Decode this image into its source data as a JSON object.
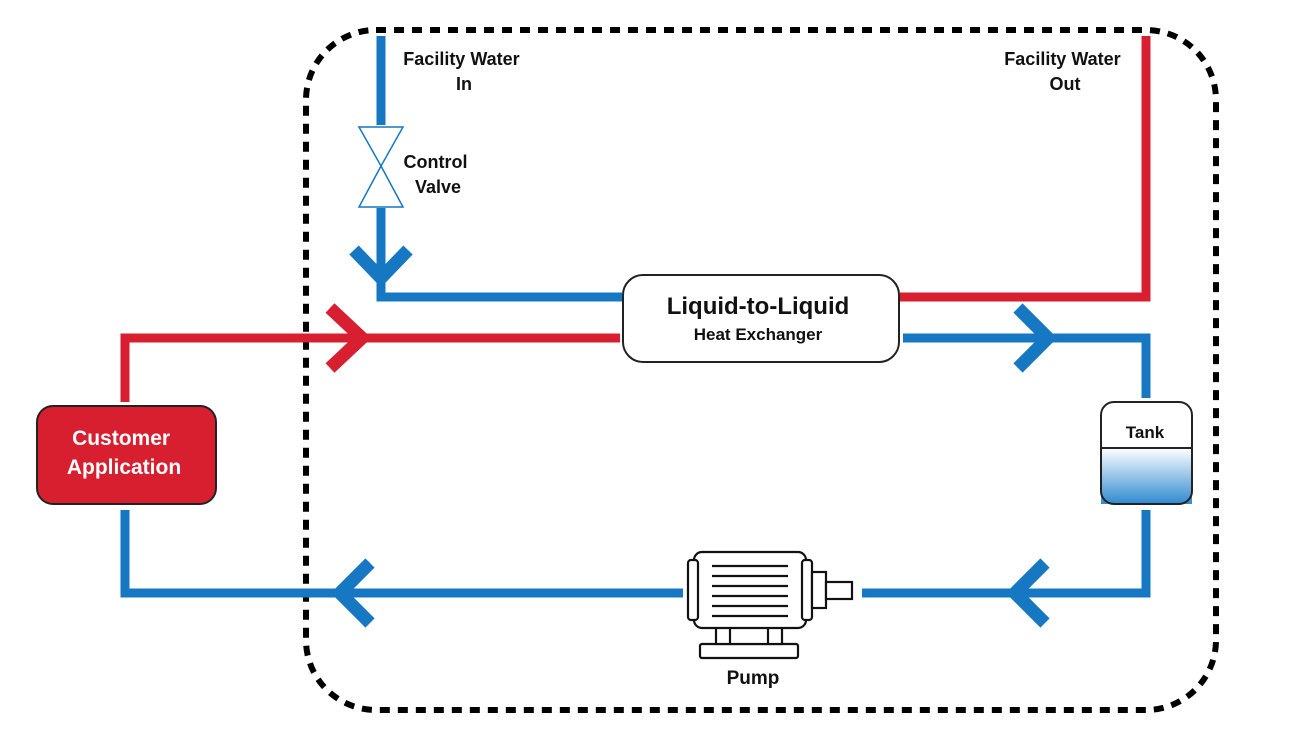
{
  "colors": {
    "hot": "#d71f30",
    "cold": "#1677c2",
    "boundary": "#000000",
    "customer_fill": "#d71f30",
    "box_fill": "#ffffff",
    "tank_water_top": "#ffffff",
    "tank_water_bottom": "#2f8ad0"
  },
  "labels": {
    "facility_in_line1": "Facility Water",
    "facility_in_line2": "In",
    "facility_out_line1": "Facility Water",
    "facility_out_line2": "Out",
    "valve_line1": "Control",
    "valve_line2": "Valve",
    "hx_line1": "Liquid-to-Liquid",
    "hx_line2": "Heat Exchanger",
    "customer_line1": "Customer",
    "customer_line2": "Application",
    "tank": "Tank",
    "pump": "Pump"
  },
  "icons": {
    "valve": "control-valve-icon",
    "pump": "pump-motor-icon",
    "tank": "tank-icon"
  }
}
